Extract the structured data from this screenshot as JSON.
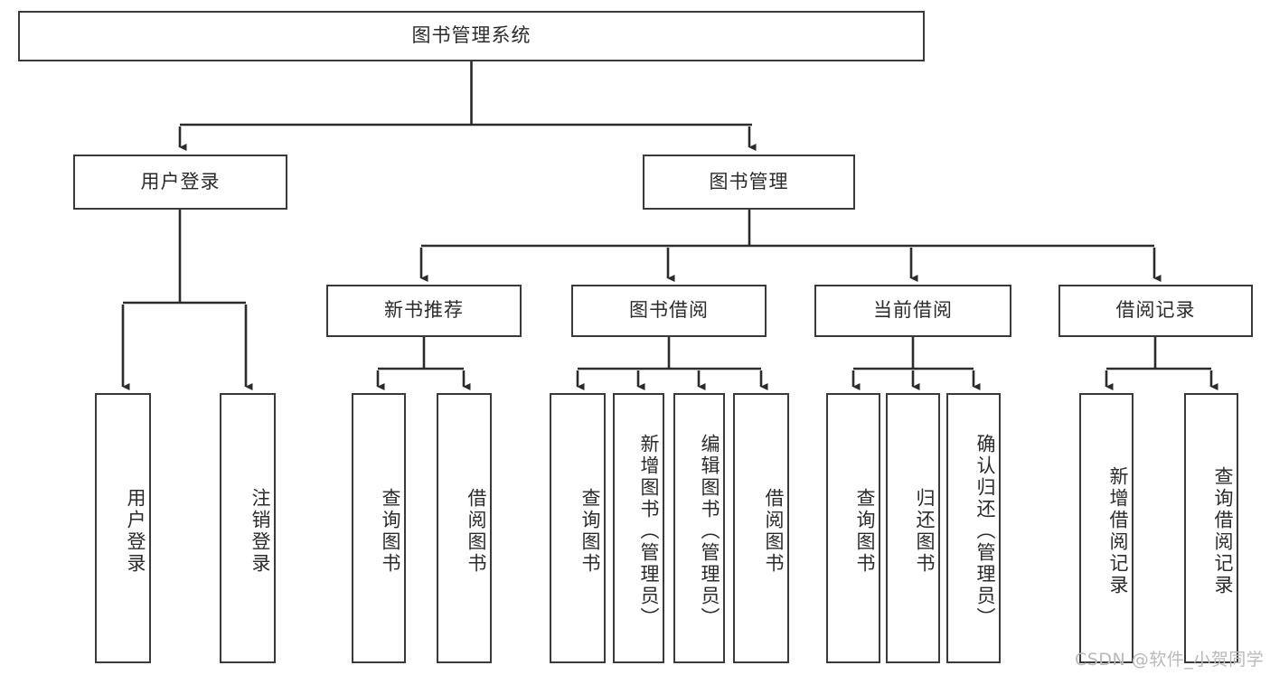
{
  "diagram": {
    "title": "图书管理系统",
    "type": "tree-structure-chart",
    "watermark": "CSDN @软件_小贺同学",
    "colors": {
      "box_border": "#3a3a3a",
      "box_fill": "#ffffff",
      "edge": "#2b2b2b",
      "text": "#2b2b2b",
      "watermark": "#b9b9b9"
    },
    "root": {
      "label": "图书管理系统"
    },
    "level1": [
      {
        "id": "user-login",
        "label": "用户登录"
      },
      {
        "id": "book-manage",
        "label": "图书管理"
      }
    ],
    "level2": [
      {
        "id": "new-book-recommend",
        "label": "新书推荐",
        "parent": "book-manage"
      },
      {
        "id": "book-borrow",
        "label": "图书借阅",
        "parent": "book-manage"
      },
      {
        "id": "current-borrow",
        "label": "当前借阅",
        "parent": "book-manage"
      },
      {
        "id": "borrow-record",
        "label": "借阅记录",
        "parent": "book-manage"
      }
    ],
    "leaves": {
      "user-login": [
        {
          "id": "leaf-user-login",
          "label": "用户登录"
        },
        {
          "id": "leaf-logout-login",
          "label": "注销登录"
        }
      ],
      "new-book-recommend": [
        {
          "id": "leaf-query-book-1",
          "label": "查询图书"
        },
        {
          "id": "leaf-borrow-book-1",
          "label": "借阅图书"
        }
      ],
      "book-borrow": [
        {
          "id": "leaf-query-book-2",
          "label": "查询图书"
        },
        {
          "id": "leaf-add-book",
          "label": "新增图书（管理员）"
        },
        {
          "id": "leaf-edit-book",
          "label": "编辑图书（管理员）"
        },
        {
          "id": "leaf-borrow-book-2",
          "label": "借阅图书"
        }
      ],
      "current-borrow": [
        {
          "id": "leaf-query-book-3",
          "label": "查询图书"
        },
        {
          "id": "leaf-return-book",
          "label": "归还图书"
        },
        {
          "id": "leaf-confirm-return",
          "label": "确认归还（管理员）"
        }
      ],
      "borrow-record": [
        {
          "id": "leaf-add-record",
          "label": "新增借阅记录"
        },
        {
          "id": "leaf-query-record",
          "label": "查询借阅记录"
        }
      ]
    }
  }
}
